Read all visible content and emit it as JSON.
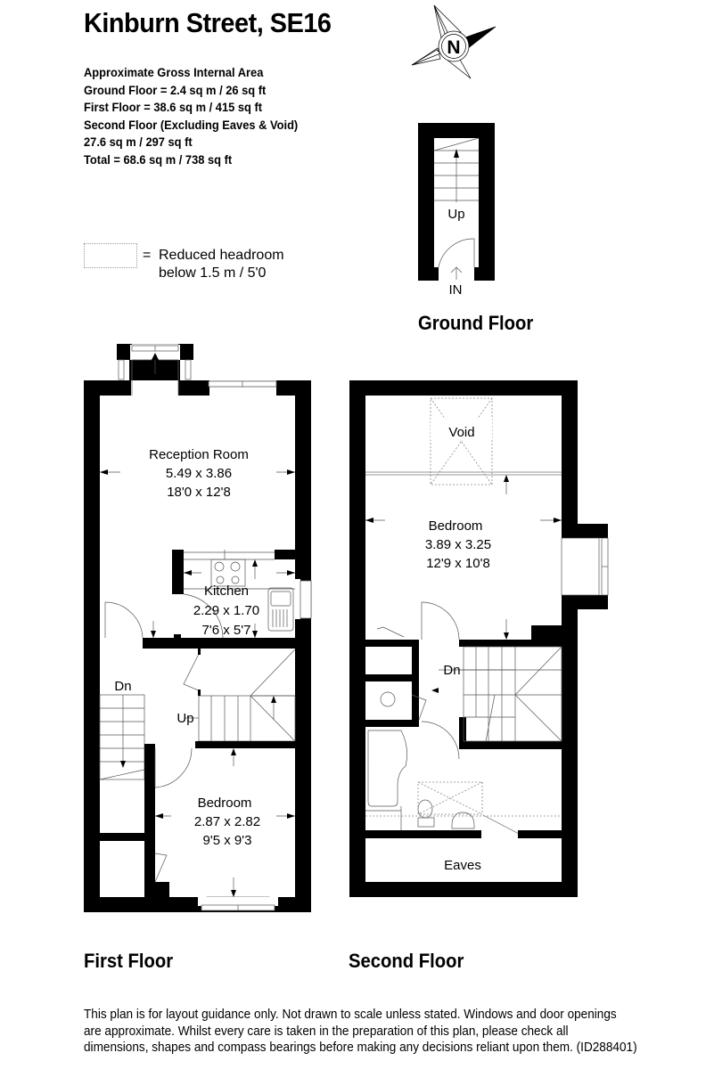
{
  "header": {
    "title": "Kinburn Street, SE16"
  },
  "areas": {
    "heading": "Approximate Gross Internal Area",
    "ground_floor": "Ground Floor = 2.4 sq m / 26 sq ft",
    "first_floor": "First Floor = 38.6 sq m / 415 sq ft",
    "second_floor_label": "Second Floor (Excluding Eaves & Void)",
    "second_floor_value": "27.6 sq m / 297 sq ft",
    "total": "Total = 68.6 sq m / 738 sq ft"
  },
  "compass": {
    "icon": "compass-north-icon",
    "label": "N"
  },
  "legend": {
    "equals": "=",
    "line1": "Reduced headroom",
    "line2": "below 1.5 m / 5'0"
  },
  "ground_floor": {
    "label": "Ground Floor",
    "stairs_label": "Up",
    "entrance_label": "IN"
  },
  "first_floor": {
    "label": "First Floor",
    "rooms": [
      {
        "name": "Reception Room",
        "metric": "5.49 x 3.86",
        "imperial": "18'0 x 12'8"
      },
      {
        "name": "Kitchen",
        "metric": "2.29 x 1.70",
        "imperial": "7'6 x 5'7"
      },
      {
        "name": "Bedroom",
        "metric": "2.87 x 2.82",
        "imperial": "9'5 x 9'3"
      }
    ],
    "stairs_down": "Dn",
    "stairs_up": "Up"
  },
  "second_floor": {
    "label": "Second Floor",
    "void_label": "Void",
    "rooms": [
      {
        "name": "Bedroom",
        "metric": "3.89 x 3.25",
        "imperial": "12'9 x 10'8"
      }
    ],
    "stairs_down": "Dn",
    "eaves_label": "Eaves"
  },
  "disclaimer": {
    "line1": "This plan is for layout guidance only. Not drawn to scale unless stated. Windows and door openings",
    "line2": "are approximate. Whilst every care is taken in the preparation of this plan, please check all",
    "line3": "dimensions, shapes and compass bearings before making any decisions reliant upon them. (ID288401)"
  }
}
